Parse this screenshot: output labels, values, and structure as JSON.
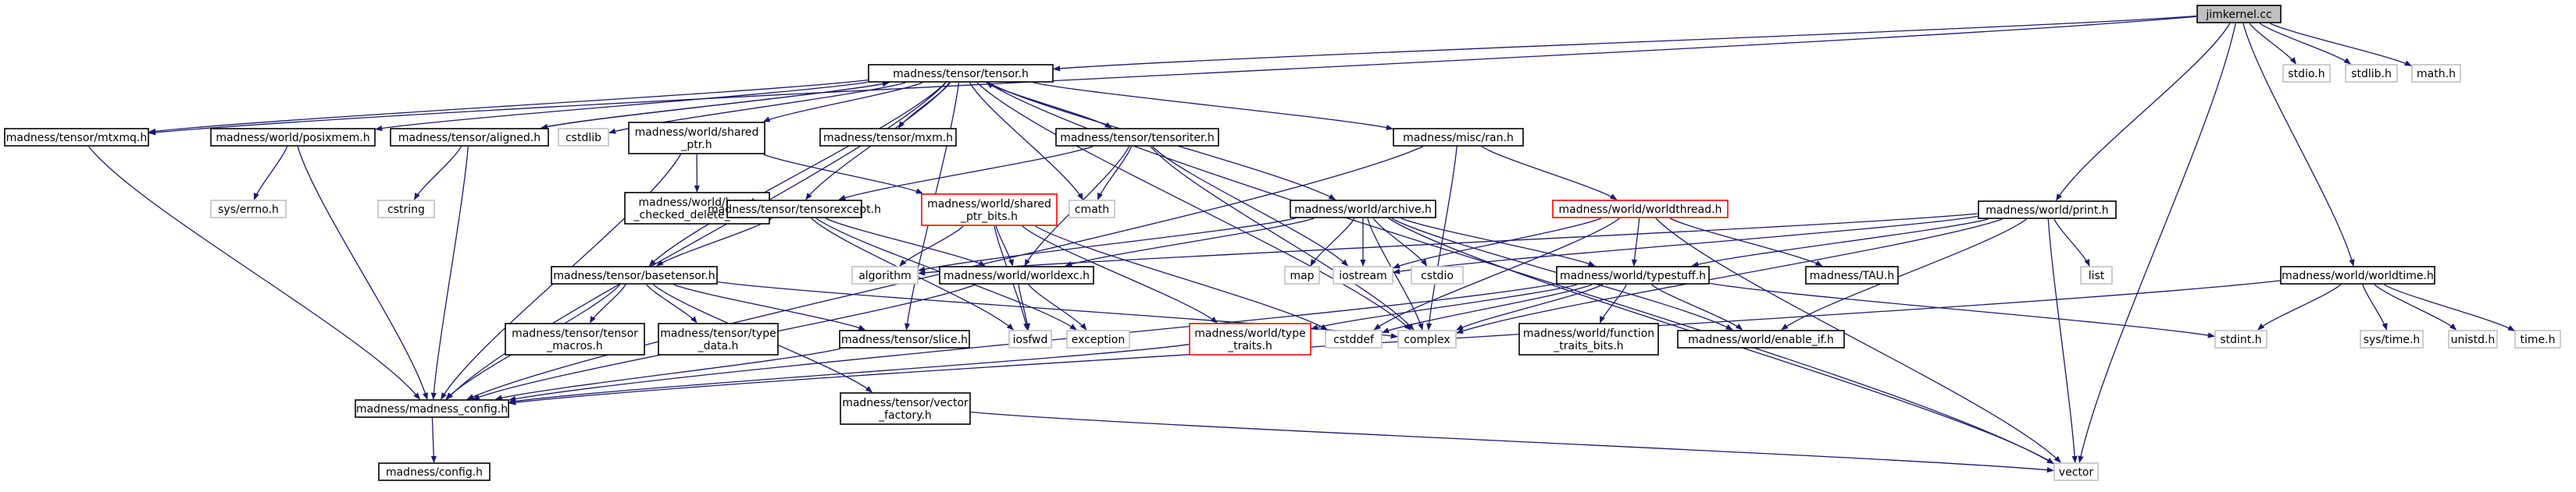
{
  "colors": {
    "edge": "#191970",
    "box_border_black": "#000000",
    "box_border_gray": "#bfbfbf",
    "box_border_red": "#ff0000",
    "root_fill": "#bfbfbf",
    "fill": "#ffffff"
  },
  "nodes": [
    {
      "id": "jimkernel",
      "lines": [
        "jimkernel.cc"
      ],
      "style": "root"
    },
    {
      "id": "tensor_h",
      "lines": [
        "madness/tensor/tensor.h"
      ],
      "style": "normal"
    },
    {
      "id": "stdio_h",
      "lines": [
        "stdio.h"
      ],
      "style": "system"
    },
    {
      "id": "stdlib_h",
      "lines": [
        "stdlib.h"
      ],
      "style": "system"
    },
    {
      "id": "math_h",
      "lines": [
        "math.h"
      ],
      "style": "system"
    },
    {
      "id": "mtxmq",
      "lines": [
        "madness/tensor/mtxmq.h"
      ],
      "style": "normal"
    },
    {
      "id": "posixmem",
      "lines": [
        "madness/world/posixmem.h"
      ],
      "style": "normal"
    },
    {
      "id": "aligned",
      "lines": [
        "madness/tensor/aligned.h"
      ],
      "style": "normal"
    },
    {
      "id": "cstdlib",
      "lines": [
        "cstdlib"
      ],
      "style": "system"
    },
    {
      "id": "shared_ptr",
      "lines": [
        "madness/world/shared",
        "_ptr.h"
      ],
      "style": "normal"
    },
    {
      "id": "mxm",
      "lines": [
        "madness/tensor/mxm.h"
      ],
      "style": "normal"
    },
    {
      "id": "tensoriter",
      "lines": [
        "madness/tensor/tensoriter.h"
      ],
      "style": "normal"
    },
    {
      "id": "ran",
      "lines": [
        "madness/misc/ran.h"
      ],
      "style": "normal"
    },
    {
      "id": "print",
      "lines": [
        "madness/world/print.h"
      ],
      "style": "normal"
    },
    {
      "id": "errno",
      "lines": [
        "sys/errno.h"
      ],
      "style": "system"
    },
    {
      "id": "cstring",
      "lines": [
        "cstring"
      ],
      "style": "system"
    },
    {
      "id": "boost_checked",
      "lines": [
        "madness/world/boost",
        "_checked_delete_bits.h"
      ],
      "style": "normal"
    },
    {
      "id": "tensorexcept",
      "lines": [
        "madness/tensor/tensorexcept.h"
      ],
      "style": "normal"
    },
    {
      "id": "shared_ptr_bits",
      "lines": [
        "madness/world/shared",
        "_ptr_bits.h"
      ],
      "style": "red"
    },
    {
      "id": "cmath",
      "lines": [
        "cmath"
      ],
      "style": "system"
    },
    {
      "id": "archive",
      "lines": [
        "madness/world/archive.h"
      ],
      "style": "normal"
    },
    {
      "id": "worldthread",
      "lines": [
        "madness/world/worldthread.h"
      ],
      "style": "red"
    },
    {
      "id": "algorithm",
      "lines": [
        "algorithm"
      ],
      "style": "system"
    },
    {
      "id": "worldexc",
      "lines": [
        "madness/world/worldexc.h"
      ],
      "style": "normal"
    },
    {
      "id": "map",
      "lines": [
        "map"
      ],
      "style": "system"
    },
    {
      "id": "iostream",
      "lines": [
        "iostream"
      ],
      "style": "system"
    },
    {
      "id": "cstdio",
      "lines": [
        "cstdio"
      ],
      "style": "system"
    },
    {
      "id": "typestuff",
      "lines": [
        "madness/world/typestuff.h"
      ],
      "style": "normal"
    },
    {
      "id": "tau",
      "lines": [
        "madness/TAU.h"
      ],
      "style": "normal"
    },
    {
      "id": "list",
      "lines": [
        "list"
      ],
      "style": "system"
    },
    {
      "id": "basetensor",
      "lines": [
        "madness/tensor/basetensor.h"
      ],
      "style": "normal"
    },
    {
      "id": "worldtime",
      "lines": [
        "madness/world/worldtime.h"
      ],
      "style": "normal"
    },
    {
      "id": "tensor_macros",
      "lines": [
        "madness/tensor/tensor",
        "_macros.h"
      ],
      "style": "normal"
    },
    {
      "id": "type_data",
      "lines": [
        "madness/tensor/type",
        "_data.h"
      ],
      "style": "normal"
    },
    {
      "id": "slice",
      "lines": [
        "madness/tensor/slice.h"
      ],
      "style": "normal"
    },
    {
      "id": "iosfwd",
      "lines": [
        "iosfwd"
      ],
      "style": "system"
    },
    {
      "id": "exception",
      "lines": [
        "exception"
      ],
      "style": "system"
    },
    {
      "id": "type_traits",
      "lines": [
        "madness/world/type",
        "_traits.h"
      ],
      "style": "red"
    },
    {
      "id": "cstddef",
      "lines": [
        "cstddef"
      ],
      "style": "system"
    },
    {
      "id": "complex",
      "lines": [
        "complex"
      ],
      "style": "system"
    },
    {
      "id": "function_traits",
      "lines": [
        "madness/world/function",
        "_traits_bits.h"
      ],
      "style": "normal"
    },
    {
      "id": "enable_if",
      "lines": [
        "madness/world/enable_if.h"
      ],
      "style": "normal"
    },
    {
      "id": "stdint",
      "lines": [
        "stdint.h"
      ],
      "style": "system"
    },
    {
      "id": "systime",
      "lines": [
        "sys/time.h"
      ],
      "style": "system"
    },
    {
      "id": "unistd",
      "lines": [
        "unistd.h"
      ],
      "style": "system"
    },
    {
      "id": "time_h",
      "lines": [
        "time.h"
      ],
      "style": "system"
    },
    {
      "id": "madness_config",
      "lines": [
        "madness/madness_config.h"
      ],
      "style": "normal"
    },
    {
      "id": "vector_factory",
      "lines": [
        "madness/tensor/vector",
        "_factory.h"
      ],
      "style": "normal"
    },
    {
      "id": "config",
      "lines": [
        "madness/config.h"
      ],
      "style": "normal"
    },
    {
      "id": "vector",
      "lines": [
        "vector"
      ],
      "style": "system"
    }
  ],
  "edges": [
    [
      "jimkernel",
      "tensor_h"
    ],
    [
      "jimkernel",
      "stdio_h"
    ],
    [
      "jimkernel",
      "stdlib_h"
    ],
    [
      "jimkernel",
      "math_h"
    ],
    [
      "jimkernel",
      "mtxmq"
    ],
    [
      "jimkernel",
      "print"
    ],
    [
      "jimkernel",
      "worldtime"
    ],
    [
      "jimkernel",
      "vector"
    ],
    [
      "tensor_h",
      "mtxmq"
    ],
    [
      "tensor_h",
      "posixmem"
    ],
    [
      "tensor_h",
      "aligned"
    ],
    [
      "tensor_h",
      "cstdlib"
    ],
    [
      "tensor_h",
      "shared_ptr"
    ],
    [
      "tensor_h",
      "mxm"
    ],
    [
      "tensor_h",
      "tensoriter"
    ],
    [
      "tensor_h",
      "ran"
    ],
    [
      "tensor_h",
      "archive"
    ],
    [
      "tensor_h",
      "tensorexcept"
    ],
    [
      "tensor_h",
      "basetensor"
    ],
    [
      "tensor_h",
      "cmath"
    ],
    [
      "tensor_h",
      "madness_config"
    ],
    [
      "tensor_h",
      "complex"
    ],
    [
      "tensor_h",
      "vector"
    ],
    [
      "tensor_h",
      "slice"
    ],
    [
      "mtxmq",
      "madness_config"
    ],
    [
      "posixmem",
      "errno"
    ],
    [
      "posixmem",
      "madness_config"
    ],
    [
      "aligned",
      "cstring"
    ],
    [
      "aligned",
      "madness_config"
    ],
    [
      "aligned",
      "tensor_h"
    ],
    [
      "shared_ptr",
      "boost_checked"
    ],
    [
      "shared_ptr",
      "shared_ptr_bits"
    ],
    [
      "shared_ptr",
      "madness_config"
    ],
    [
      "tensoriter",
      "tensorexcept"
    ],
    [
      "tensoriter",
      "cmath"
    ],
    [
      "tensoriter",
      "iostream"
    ],
    [
      "tensoriter",
      "tensor_h"
    ],
    [
      "tensoriter",
      "worldexc"
    ],
    [
      "tensoriter",
      "complex"
    ],
    [
      "ran",
      "worldthread"
    ],
    [
      "ran",
      "complex"
    ],
    [
      "ran",
      "madness_config"
    ],
    [
      "tensorexcept",
      "basetensor"
    ],
    [
      "tensorexcept",
      "worldexc"
    ],
    [
      "tensorexcept",
      "iosfwd"
    ],
    [
      "tensorexcept",
      "exception"
    ],
    [
      "shared_ptr_bits",
      "algorithm"
    ],
    [
      "shared_ptr_bits",
      "worldexc"
    ],
    [
      "shared_ptr_bits",
      "type_traits"
    ],
    [
      "shared_ptr_bits",
      "iosfwd"
    ],
    [
      "shared_ptr_bits",
      "cstddef"
    ],
    [
      "archive",
      "algorithm"
    ],
    [
      "archive",
      "map"
    ],
    [
      "archive",
      "iostream"
    ],
    [
      "archive",
      "cstdio"
    ],
    [
      "archive",
      "typestuff"
    ],
    [
      "archive",
      "complex"
    ],
    [
      "archive",
      "vector"
    ],
    [
      "archive",
      "worldexc"
    ],
    [
      "archive",
      "enable_if"
    ],
    [
      "worldthread",
      "typestuff"
    ],
    [
      "worldthread",
      "tau"
    ],
    [
      "worldthread",
      "cstddef"
    ],
    [
      "worldthread",
      "vector"
    ],
    [
      "worldthread",
      "iostream"
    ],
    [
      "worldexc",
      "iosfwd"
    ],
    [
      "worldexc",
      "exception"
    ],
    [
      "worldexc",
      "madness_config"
    ],
    [
      "typestuff",
      "type_traits"
    ],
    [
      "typestuff",
      "function_traits"
    ],
    [
      "typestuff",
      "enable_if"
    ],
    [
      "typestuff",
      "cstddef"
    ],
    [
      "typestuff",
      "stdint"
    ],
    [
      "typestuff",
      "complex"
    ],
    [
      "typestuff",
      "madness_config"
    ],
    [
      "print",
      "iostream"
    ],
    [
      "print",
      "list"
    ],
    [
      "print",
      "vector"
    ],
    [
      "print",
      "complex"
    ],
    [
      "print",
      "typestuff"
    ],
    [
      "print",
      "enable_if"
    ],
    [
      "print",
      "algorithm"
    ],
    [
      "basetensor",
      "tensor_macros"
    ],
    [
      "basetensor",
      "type_data"
    ],
    [
      "basetensor",
      "slice"
    ],
    [
      "basetensor",
      "vector_factory"
    ],
    [
      "basetensor",
      "madness_config"
    ],
    [
      "basetensor",
      "complex"
    ],
    [
      "slice",
      "madness_config"
    ],
    [
      "worldtime",
      "stdint"
    ],
    [
      "worldtime",
      "systime"
    ],
    [
      "worldtime",
      "unistd"
    ],
    [
      "worldtime",
      "time_h"
    ],
    [
      "worldtime",
      "madness_config"
    ],
    [
      "type_traits",
      "madness_config"
    ],
    [
      "madness_config",
      "config"
    ],
    [
      "vector_factory",
      "vector"
    ]
  ]
}
